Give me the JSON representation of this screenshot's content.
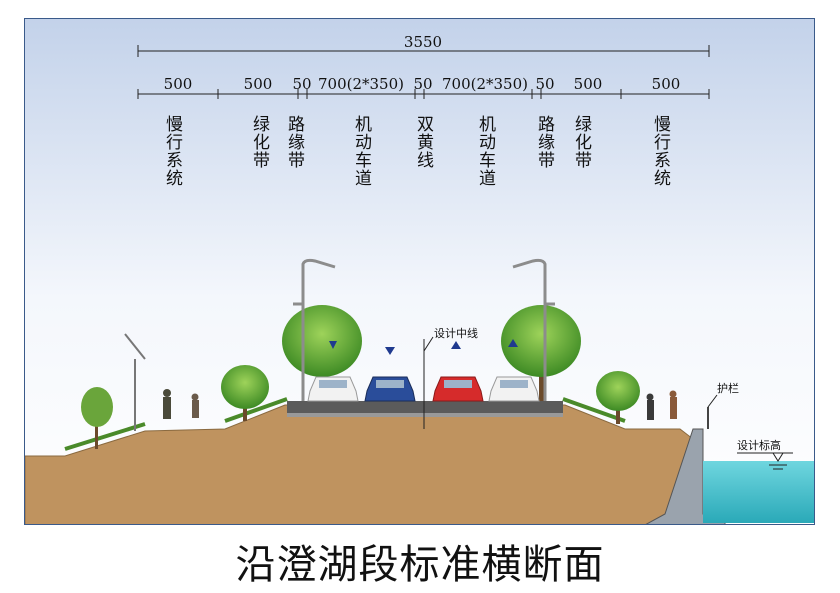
{
  "total_width": "3550",
  "segments": [
    {
      "width": "500",
      "label": "慢行系统"
    },
    {
      "width": "500",
      "label": "绿化带"
    },
    {
      "width": "50",
      "label": "路缘带"
    },
    {
      "width": "700(2*350)",
      "label": "机动车道"
    },
    {
      "width": "50",
      "label": "双黄线"
    },
    {
      "width": "700(2*350)",
      "label": "机动车道"
    },
    {
      "width": "50",
      "label": "路缘带"
    },
    {
      "width": "500",
      "label": "绿化带"
    },
    {
      "width": "500",
      "label": "慢行系统"
    }
  ],
  "annotations": {
    "centerline": "设计中线",
    "railing": "护栏",
    "design_level": "设计标高"
  },
  "caption": "沿澄湖段标准横断面",
  "colors": {
    "sky_top": "#c9d6ec",
    "sky_bottom": "#ffffff",
    "earth": "#bf935f",
    "road": "#5b5b5b",
    "water": "#3fc1c9",
    "arrow": "#1f3a8f"
  }
}
